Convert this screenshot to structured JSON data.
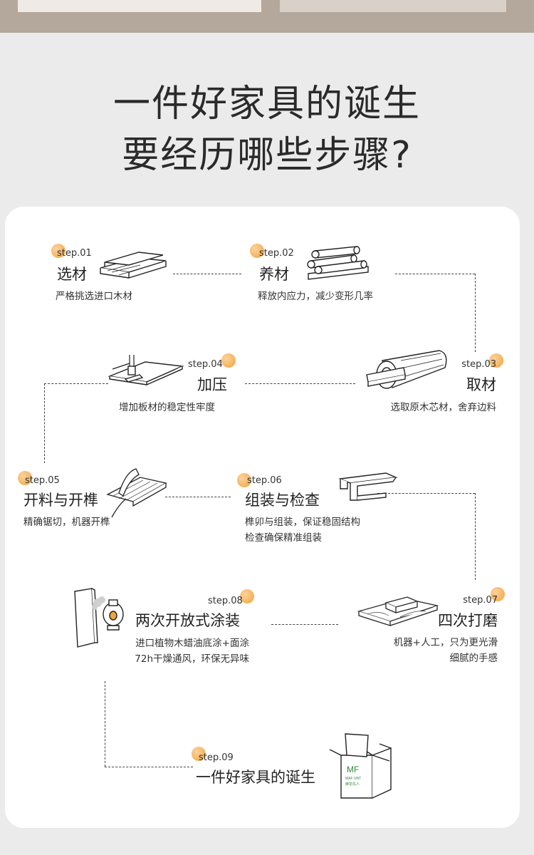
{
  "headline": {
    "line1": "一件好家具的诞生",
    "line2": "要经历哪些步骤?"
  },
  "accent_color": "#f3a33e",
  "steps": [
    {
      "label": "step.01",
      "title": "选材",
      "desc": [
        "严格挑选进口木材"
      ],
      "icon": "stacked-boards-icon"
    },
    {
      "label": "step.02",
      "title": "养材",
      "desc": [
        "释放内应力，减少变形几率"
      ],
      "icon": "log-pile-icon"
    },
    {
      "label": "step.03",
      "title": "取材",
      "desc": [
        "选取原木芯材，舍弃边料"
      ],
      "icon": "log-cut-icon"
    },
    {
      "label": "step.04",
      "title": "加压",
      "desc": [
        "增加板材的稳定性牢度"
      ],
      "icon": "press-icon"
    },
    {
      "label": "step.05",
      "title": "开料与开榫",
      "desc": [
        "精确锯切，机器开榫"
      ],
      "icon": "hand-saw-icon"
    },
    {
      "label": "step.06",
      "title": "组装与检查",
      "desc": [
        "榫卯与组装，保证稳固结构",
        "检查确保精准组装"
      ],
      "icon": "frame-assembly-icon"
    },
    {
      "label": "step.07",
      "title": "四次打磨",
      "desc": [
        "机器+人工，只为更光滑",
        "细腻的手感"
      ],
      "icon": "sanding-block-icon"
    },
    {
      "label": "step.08",
      "title": "两次开放式涂装",
      "desc": [
        "进口植物木蜡油底涂+面涂",
        "72h干燥通风，环保无异味"
      ],
      "icon": "spray-paint-icon"
    },
    {
      "label": "step.09",
      "title": "一件好家具的诞生",
      "desc": [],
      "icon": "shipping-box-icon"
    }
  ],
  "box_logo": {
    "mark": "MF",
    "text": "MAF UNT",
    "sub": "麻花先人"
  }
}
